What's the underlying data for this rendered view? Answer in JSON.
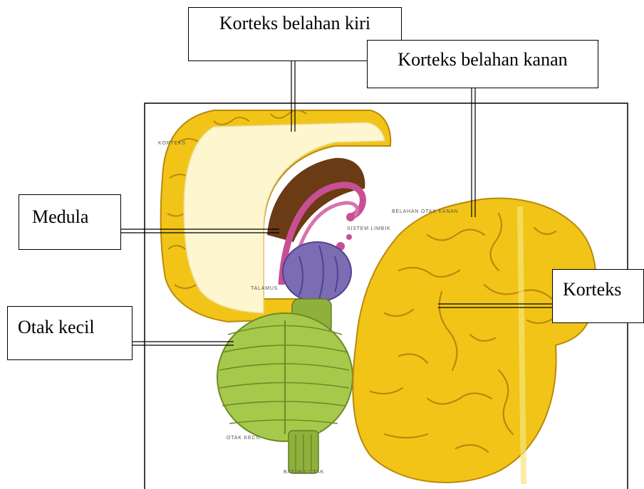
{
  "callouts": {
    "left_cortex": "Korteks belahan kiri",
    "right_cortex": "Korteks belahan kanan",
    "medula": "Medula",
    "cerebellum": "Otak kecil",
    "cortex": "Korteks"
  },
  "image_labels": {
    "korteks": "KORTEKS",
    "belahan_otak_kanan": "BELAHAN OTAK KANAN",
    "sistem_limbik": "SISTEM LIMBIK",
    "talamus": "TALAMUS",
    "otak_kecil": "OTAK KECIL",
    "batang_otak": "BATANG OTAK"
  },
  "colors": {
    "cortex_yellow": "#f2c417",
    "cortex_dark": "#b88a0c",
    "white_matter": "#fdf6cf",
    "limbic_pink": "#c84f94",
    "thalamus_purple": "#7b6cb4",
    "cerebellum_green": "#a7c94b",
    "brainstem_green": "#8fb13c"
  }
}
